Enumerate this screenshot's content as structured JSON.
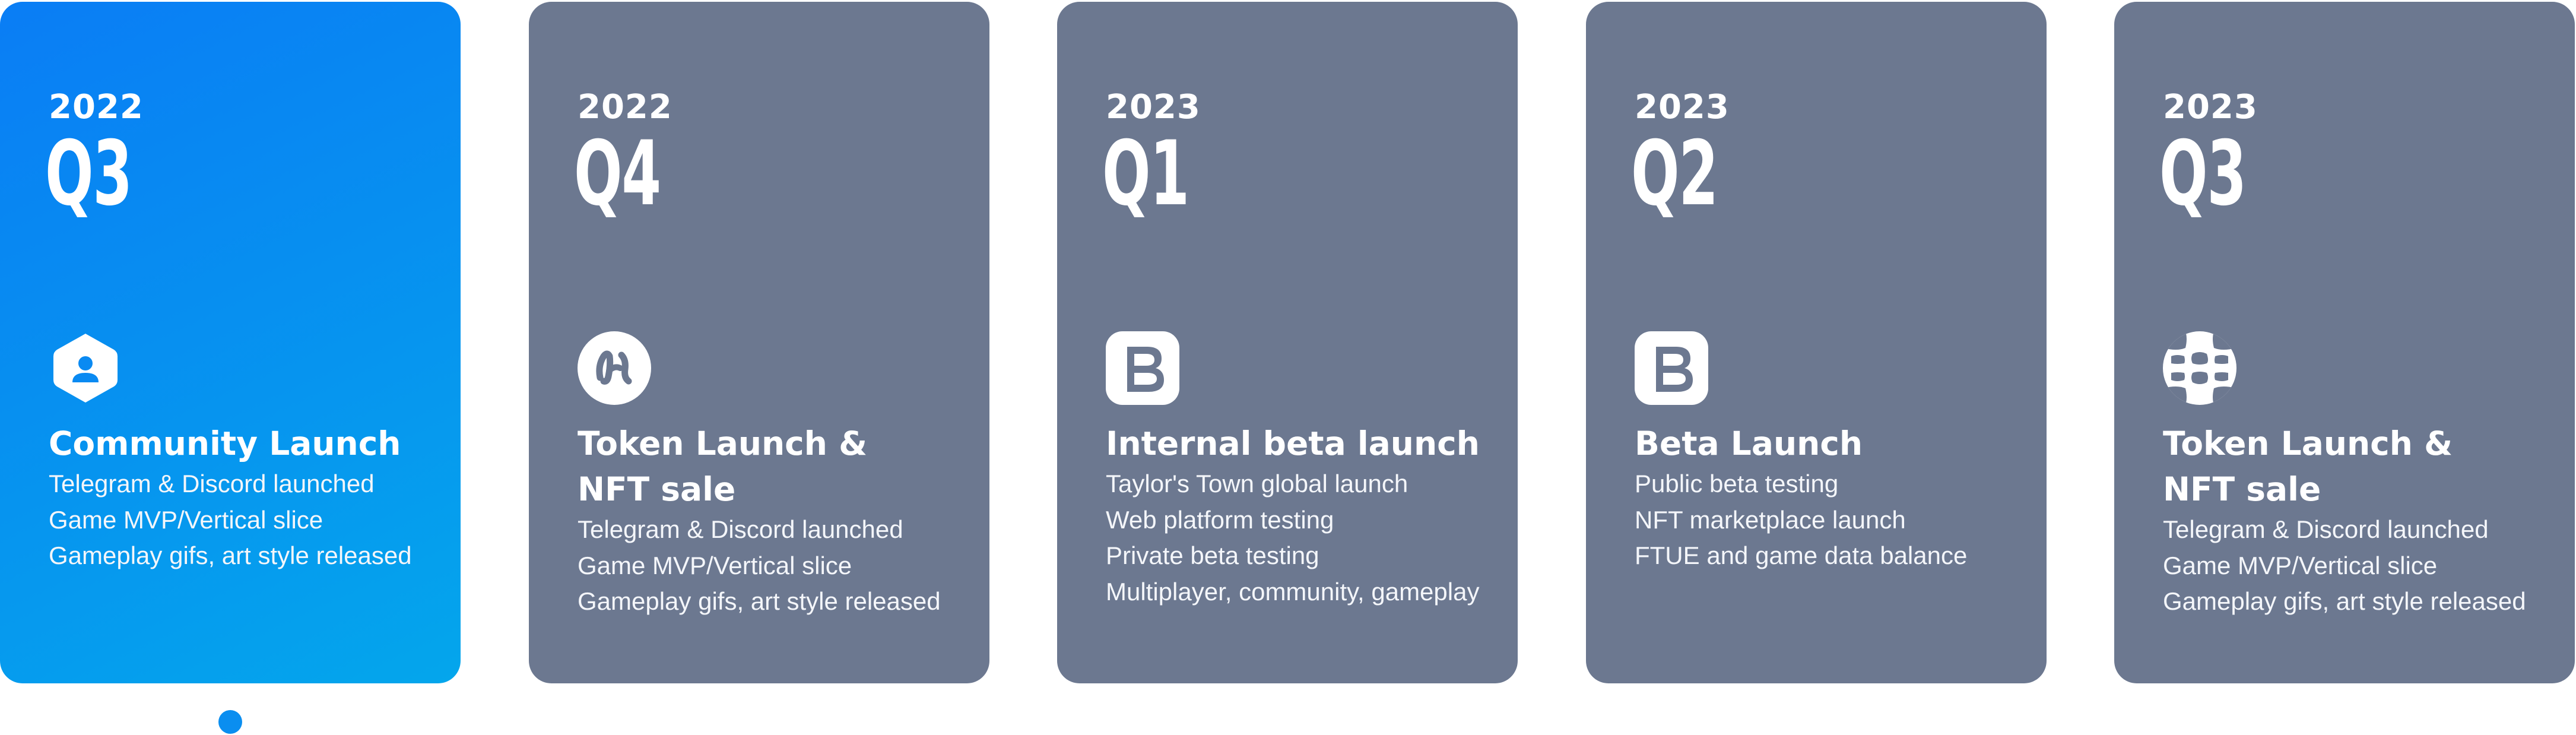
{
  "roadmap": {
    "cards": [
      {
        "year": "2022",
        "quarter": "Q3",
        "icon": "community-hexagon-user-icon",
        "title": "Community Launch",
        "items": [
          "Telegram & Discord launched",
          "Game MVP/Vertical slice",
          "Gameplay gifs, art style released"
        ]
      },
      {
        "year": "2022",
        "quarter": "Q4",
        "icon": "token-logo-icon",
        "title": "Token Launch & NFT sale",
        "title_line1": "Token Launch &",
        "title_line2": "NFT sale",
        "items": [
          "Telegram & Discord launched",
          "Game MVP/Vertical slice",
          "Gameplay gifs, art style released"
        ]
      },
      {
        "year": "2023",
        "quarter": "Q1",
        "icon": "b-logo-icon",
        "title": "Internal beta launch",
        "items": [
          "Taylor's Town global launch",
          "Web platform testing",
          "Private beta testing",
          "Multiplayer, community, gameplay"
        ]
      },
      {
        "year": "2023",
        "quarter": "Q2",
        "icon": "b-logo-icon",
        "title": "Beta Launch",
        "items": [
          "Public beta testing",
          "NFT marketplace launch",
          "FTUE and game data balance"
        ]
      },
      {
        "year": "2023",
        "quarter": "Q3",
        "icon": "globe-grid-icon",
        "title": "Token Launch & NFT sale",
        "title_line1": "Token Launch &",
        "title_line2": "NFT sale",
        "items": [
          "Telegram & Discord launched",
          "Game MVP/Vertical slice",
          "Gameplay gifs, art style released"
        ]
      }
    ],
    "active_index": 0
  },
  "colors": {
    "active_card_start": "#0a7df5",
    "active_card_end": "#04a6ec",
    "inactive_card": "#6c7890",
    "timeline_dot": "#0a8ef0",
    "text": "#ffffff"
  }
}
